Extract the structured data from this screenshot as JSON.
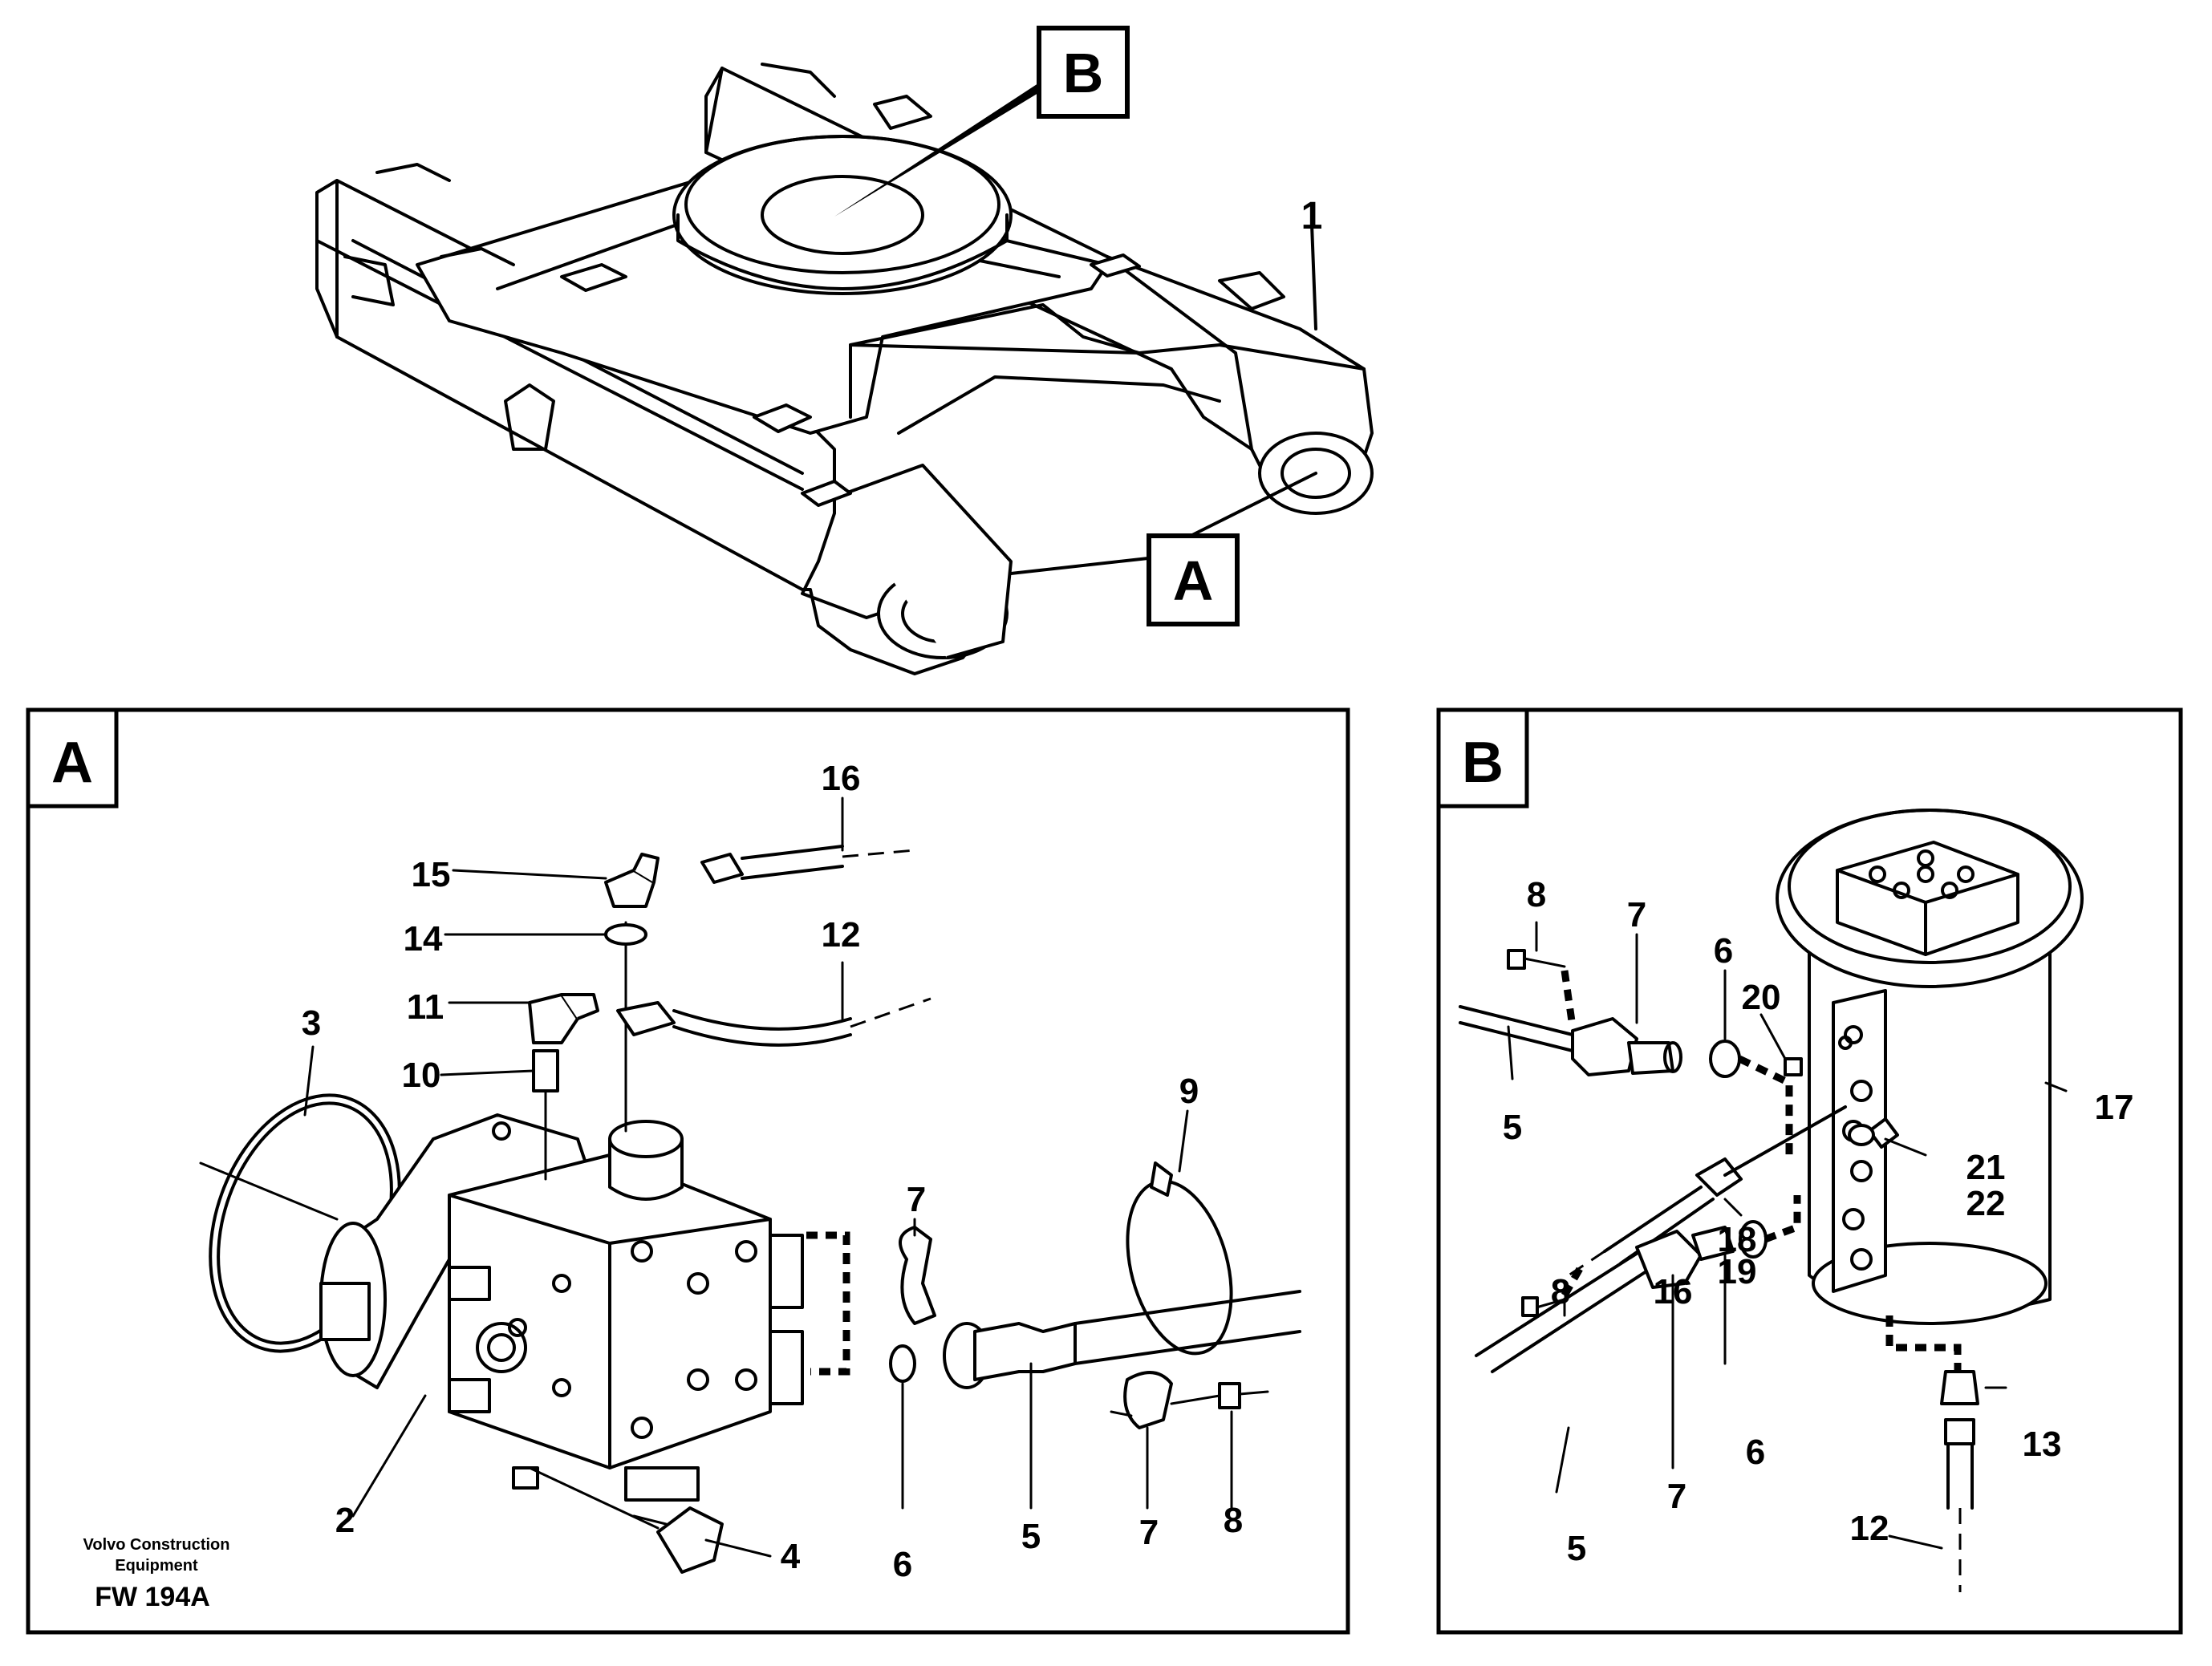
{
  "figure_code": "FW 194A",
  "publisher": {
    "line1": "Volvo Construction",
    "line2": "Equipment"
  },
  "overview": {
    "callout_a": "A",
    "callout_b": "B",
    "frame_label": "1"
  },
  "panel_a": {
    "tag": "A",
    "labels": [
      "2",
      "3",
      "4",
      "5",
      "6",
      "7",
      "7",
      "8",
      "9",
      "10",
      "11",
      "12",
      "14",
      "15",
      "16"
    ]
  },
  "panel_b": {
    "tag": "B",
    "labels": [
      "5",
      "5",
      "6",
      "6",
      "7",
      "7",
      "8",
      "8",
      "12",
      "13",
      "16",
      "17",
      "18",
      "19",
      "20",
      "21",
      "22"
    ]
  }
}
